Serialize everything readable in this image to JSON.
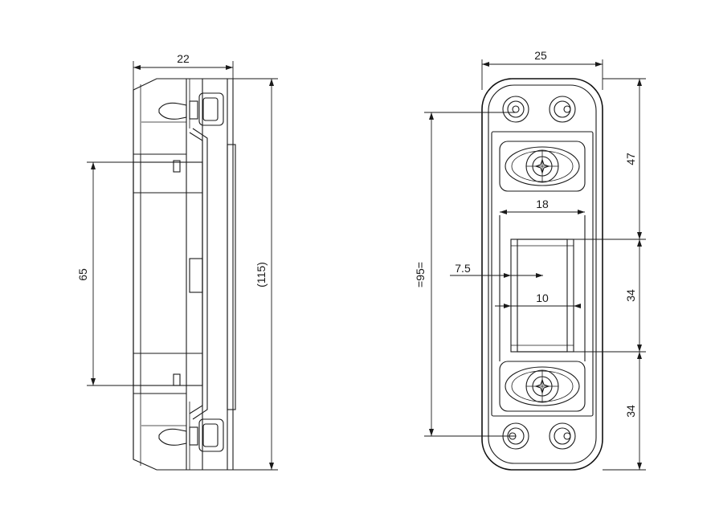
{
  "dimensions": {
    "side_width": "22",
    "side_height": "65",
    "side_total": "(115)",
    "front_width": "25",
    "front_span": "=95=",
    "top_offset": "47",
    "mid_span": "34",
    "bottom_span": "34",
    "inner_width": "18",
    "slot_offset": "7.5",
    "slot_width": "10"
  }
}
